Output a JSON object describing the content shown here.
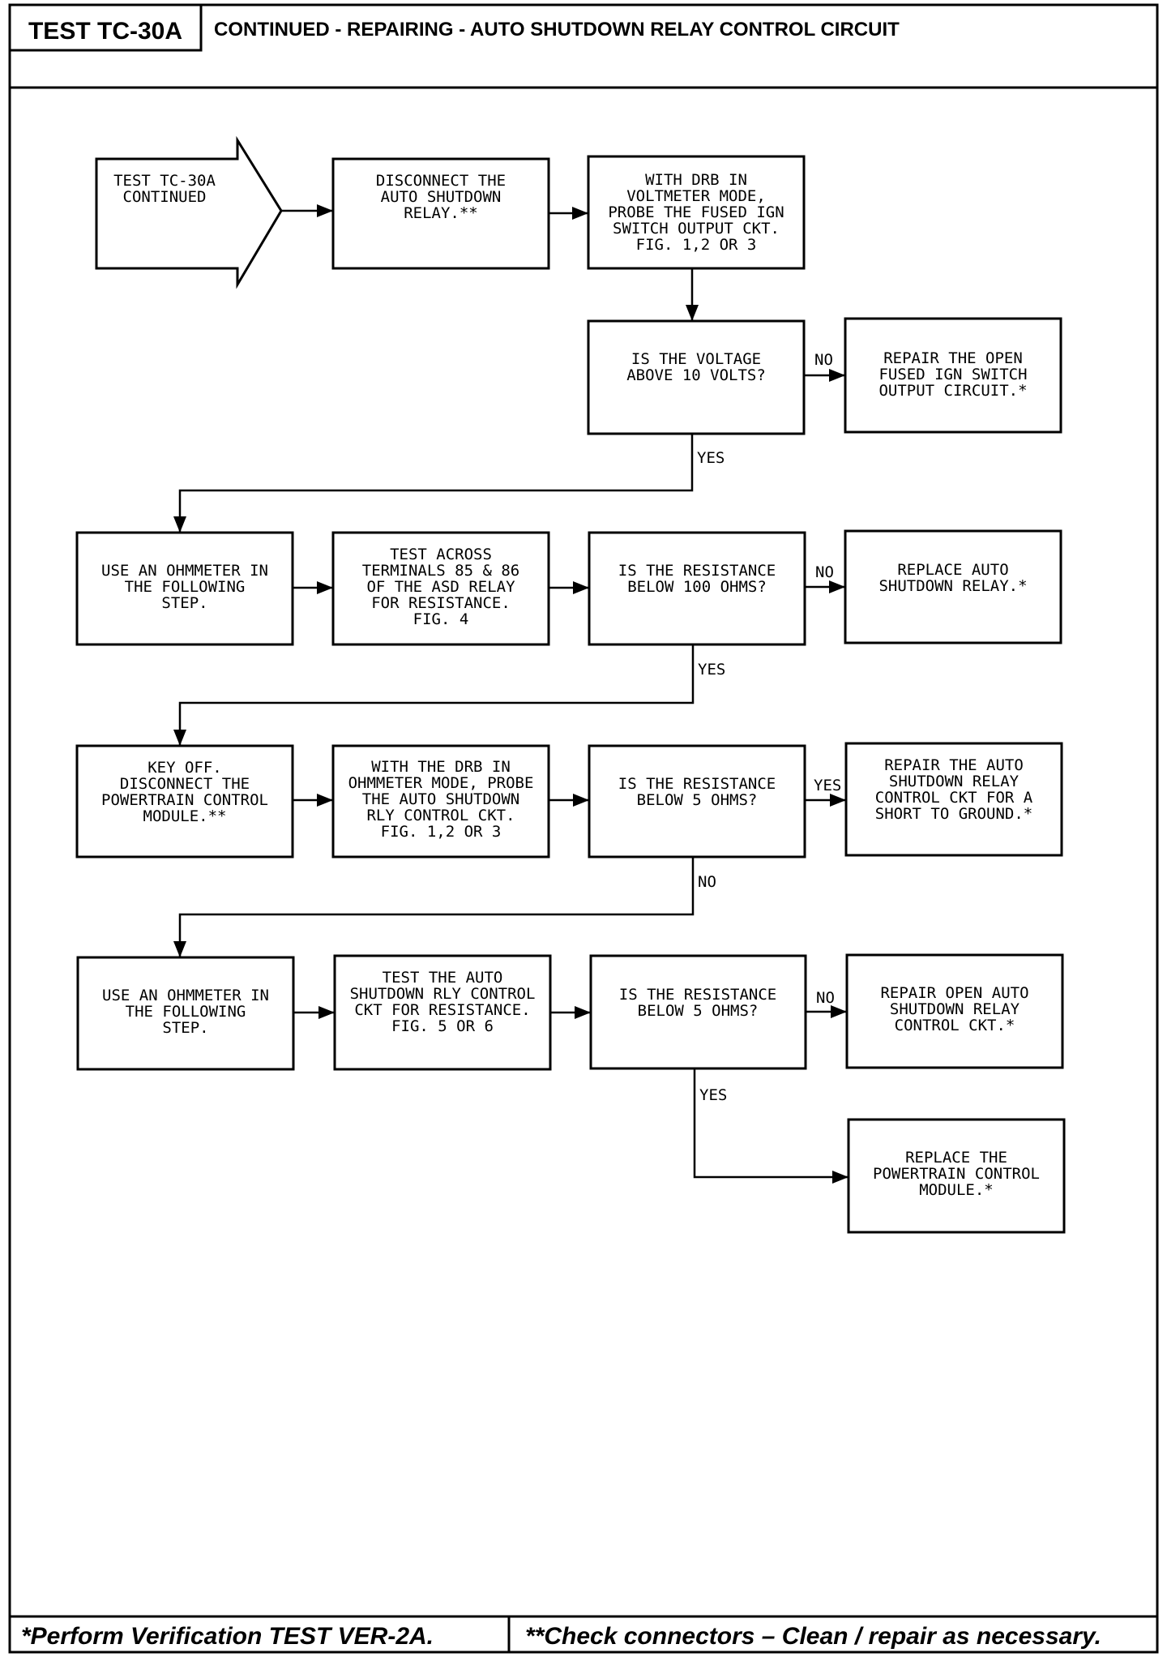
{
  "header": {
    "test_id": "TEST TC-30A",
    "title": "CONTINUED - REPAIRING - AUTO SHUTDOWN RELAY CONTROL CIRCUIT"
  },
  "footer": {
    "left": "*Perform Verification TEST VER-2A.",
    "right": "**Check connectors – Clean / repair as necessary."
  },
  "flowchart": {
    "start": [
      "TEST TC-30A",
      "CONTINUED"
    ],
    "disconnect_asd": [
      "DISCONNECT THE",
      "AUTO SHUTDOWN",
      "RELAY.**"
    ],
    "probe_ign": [
      "WITH DRB IN",
      "VOLTMETER MODE,",
      "PROBE THE FUSED IGN",
      "SWITCH OUTPUT CKT.",
      "FIG. 1,2 OR 3"
    ],
    "q_voltage": [
      "IS THE VOLTAGE",
      "ABOVE 10 VOLTS?"
    ],
    "repair_ign": [
      "REPAIR THE OPEN",
      "FUSED IGN SWITCH",
      "OUTPUT CIRCUIT.*"
    ],
    "ohm_1": [
      "USE AN OHMMETER IN",
      "THE FOLLOWING",
      "STEP."
    ],
    "test_85_86": [
      "TEST ACROSS",
      "TERMINALS 85 & 86",
      "OF THE ASD RELAY",
      "FOR RESISTANCE.",
      "FIG. 4"
    ],
    "q_res_100": [
      "IS THE RESISTANCE",
      "BELOW 100 OHMS?"
    ],
    "replace_asd": [
      "REPLACE AUTO",
      "SHUTDOWN RELAY.*"
    ],
    "key_off": [
      "KEY OFF.",
      "DISCONNECT THE",
      "POWERTRAIN CONTROL",
      "MODULE.**"
    ],
    "probe_asd_ctrl": [
      "WITH THE DRB IN",
      "OHMMETER MODE, PROBE",
      "THE AUTO SHUTDOWN",
      "RLY CONTROL CKT.",
      "FIG. 1,2 OR 3"
    ],
    "q_res_5a": [
      "IS THE RESISTANCE",
      "BELOW 5 OHMS?"
    ],
    "repair_short": [
      "REPAIR THE AUTO",
      "SHUTDOWN RELAY",
      "CONTROL CKT FOR A",
      "SHORT TO GROUND.*"
    ],
    "ohm_2": [
      "USE AN OHMMETER IN",
      "THE FOLLOWING",
      "STEP."
    ],
    "test_ctrl_res": [
      "TEST THE AUTO",
      "SHUTDOWN RLY CONTROL",
      "CKT FOR RESISTANCE.",
      "",
      "FIG. 5 OR 6"
    ],
    "q_res_5b": [
      "IS THE RESISTANCE",
      "BELOW 5 OHMS?"
    ],
    "repair_open": [
      "REPAIR OPEN AUTO",
      "SHUTDOWN RELAY",
      "CONTROL CKT.*"
    ],
    "replace_pcm": [
      "REPLACE THE",
      "POWERTRAIN CONTROL",
      "MODULE.*"
    ]
  },
  "branch_labels": {
    "voltage_no": "NO",
    "voltage_yes": "YES",
    "res100_no": "NO",
    "res100_yes": "YES",
    "res5a_yes": "YES",
    "res5a_no": "NO",
    "res5b_no": "NO",
    "res5b_yes": "YES"
  }
}
